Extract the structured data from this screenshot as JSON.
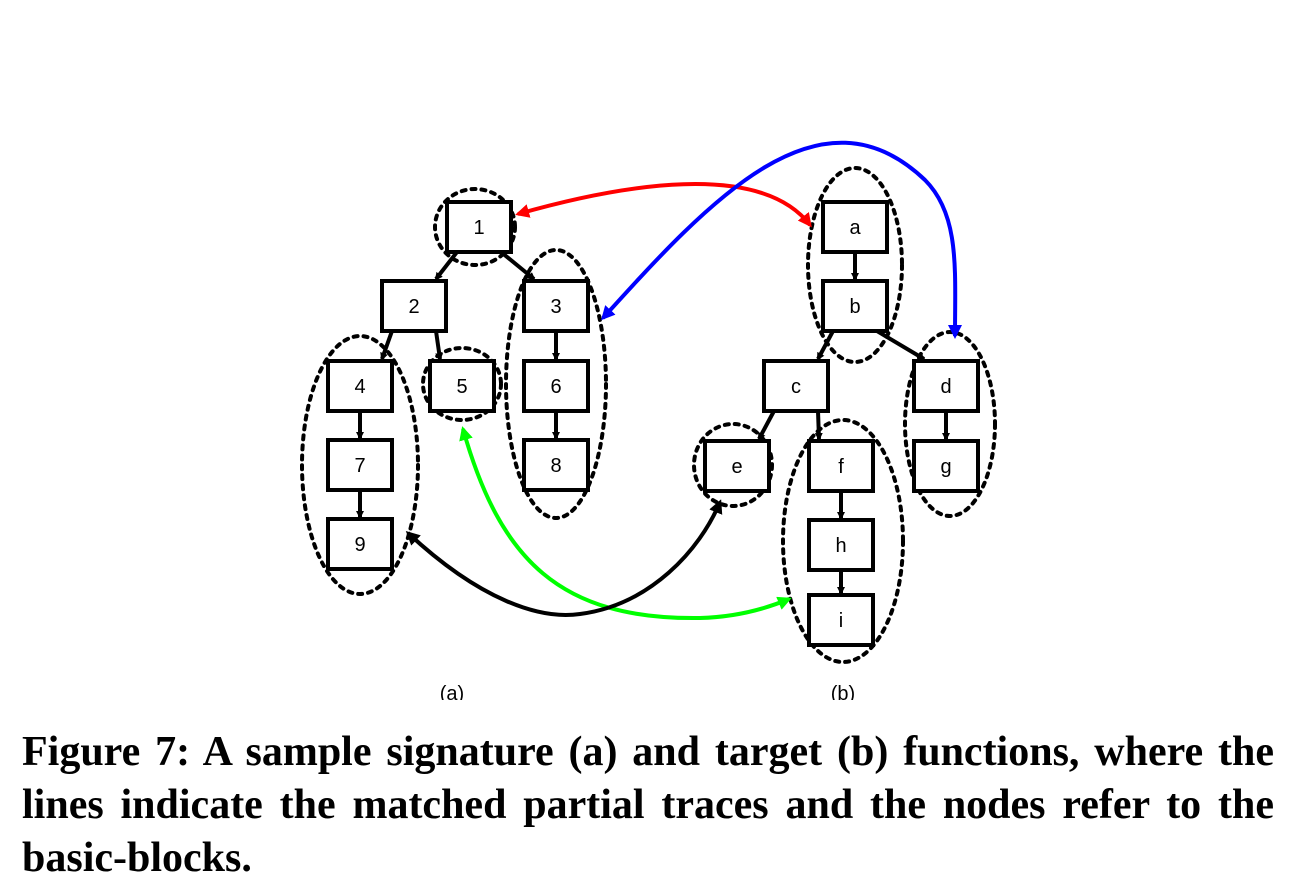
{
  "figure": {
    "signature_nodes": [
      {
        "id": "1",
        "label": "1"
      },
      {
        "id": "2",
        "label": "2"
      },
      {
        "id": "3",
        "label": "3"
      },
      {
        "id": "4",
        "label": "4"
      },
      {
        "id": "5",
        "label": "5"
      },
      {
        "id": "6",
        "label": "6"
      },
      {
        "id": "7",
        "label": "7"
      },
      {
        "id": "8",
        "label": "8"
      },
      {
        "id": "9",
        "label": "9"
      }
    ],
    "target_nodes": [
      {
        "id": "a",
        "label": "a"
      },
      {
        "id": "b",
        "label": "b"
      },
      {
        "id": "c",
        "label": "c"
      },
      {
        "id": "d",
        "label": "d"
      },
      {
        "id": "e",
        "label": "e"
      },
      {
        "id": "f",
        "label": "f"
      },
      {
        "id": "g",
        "label": "g"
      },
      {
        "id": "h",
        "label": "h"
      },
      {
        "id": "i",
        "label": "i"
      }
    ],
    "signature_edges": [
      [
        "1",
        "2"
      ],
      [
        "1",
        "3"
      ],
      [
        "2",
        "4"
      ],
      [
        "2",
        "5"
      ],
      [
        "3",
        "6"
      ],
      [
        "6",
        "8"
      ],
      [
        "4",
        "7"
      ],
      [
        "7",
        "9"
      ]
    ],
    "target_edges": [
      [
        "a",
        "b"
      ],
      [
        "b",
        "c"
      ],
      [
        "b",
        "d"
      ],
      [
        "c",
        "e"
      ],
      [
        "c",
        "f"
      ],
      [
        "d",
        "g"
      ],
      [
        "f",
        "h"
      ],
      [
        "h",
        "i"
      ]
    ],
    "signature_groups": [
      [
        "1"
      ],
      [
        "3",
        "6",
        "8"
      ],
      [
        "4",
        "7",
        "9"
      ],
      [
        "5"
      ]
    ],
    "target_groups": [
      [
        "a",
        "b"
      ],
      [
        "d",
        "g"
      ],
      [
        "e"
      ],
      [
        "f",
        "h",
        "i"
      ]
    ],
    "matches": [
      {
        "from_group": "1",
        "to_group": "a,b",
        "color": "#ff0000"
      },
      {
        "from_group": "3,6,8",
        "to_group": "d,g",
        "color": "#0000ff"
      },
      {
        "from_group": "5",
        "to_group": "f,h,i",
        "color": "#00ff00"
      },
      {
        "from_group": "4,7,9",
        "to_group": "e",
        "color": "#000000"
      }
    ],
    "panel_a_label": "(a)",
    "panel_b_label": "(b)"
  },
  "caption": "Figure 7:  A sample signature (a) and target (b) functions, where the lines indicate the matched partial traces and the nodes refer to the basic-blocks."
}
